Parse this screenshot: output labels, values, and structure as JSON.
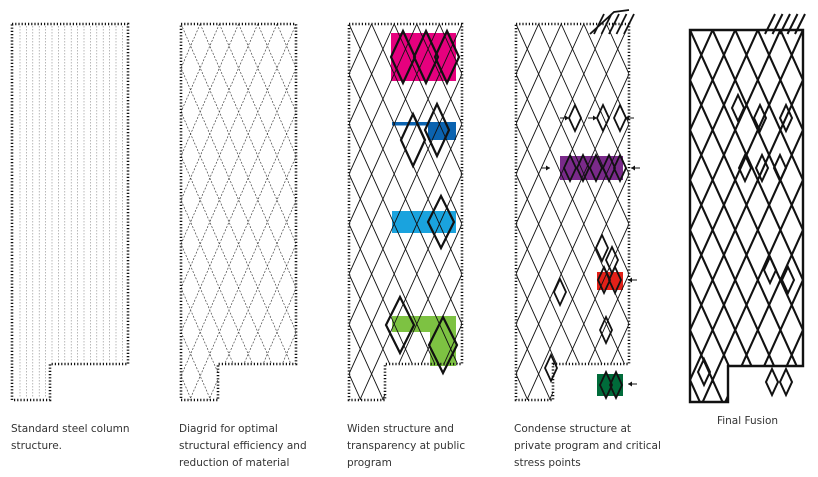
{
  "captions": {
    "standard_steel": [
      "Standard steel column",
      "structure."
    ],
    "diagrid": [
      "Diagrid for optimal",
      "structural efficiency and",
      "reduction of material"
    ],
    "widen": [
      "Widen structure and",
      "transparency at public",
      "program"
    ],
    "condense": [
      "Condense structure at",
      "private program and critical",
      "stress points"
    ],
    "final": [
      "Final Fusion"
    ]
  },
  "colors": {
    "magenta": "#e6007e",
    "dark_blue": "#0b63b0",
    "sky_blue": "#1aa3de",
    "lime": "#7dc242",
    "purple": "#7a2a8a",
    "red": "#e32119",
    "green": "#006b3a",
    "line": "#111111"
  }
}
